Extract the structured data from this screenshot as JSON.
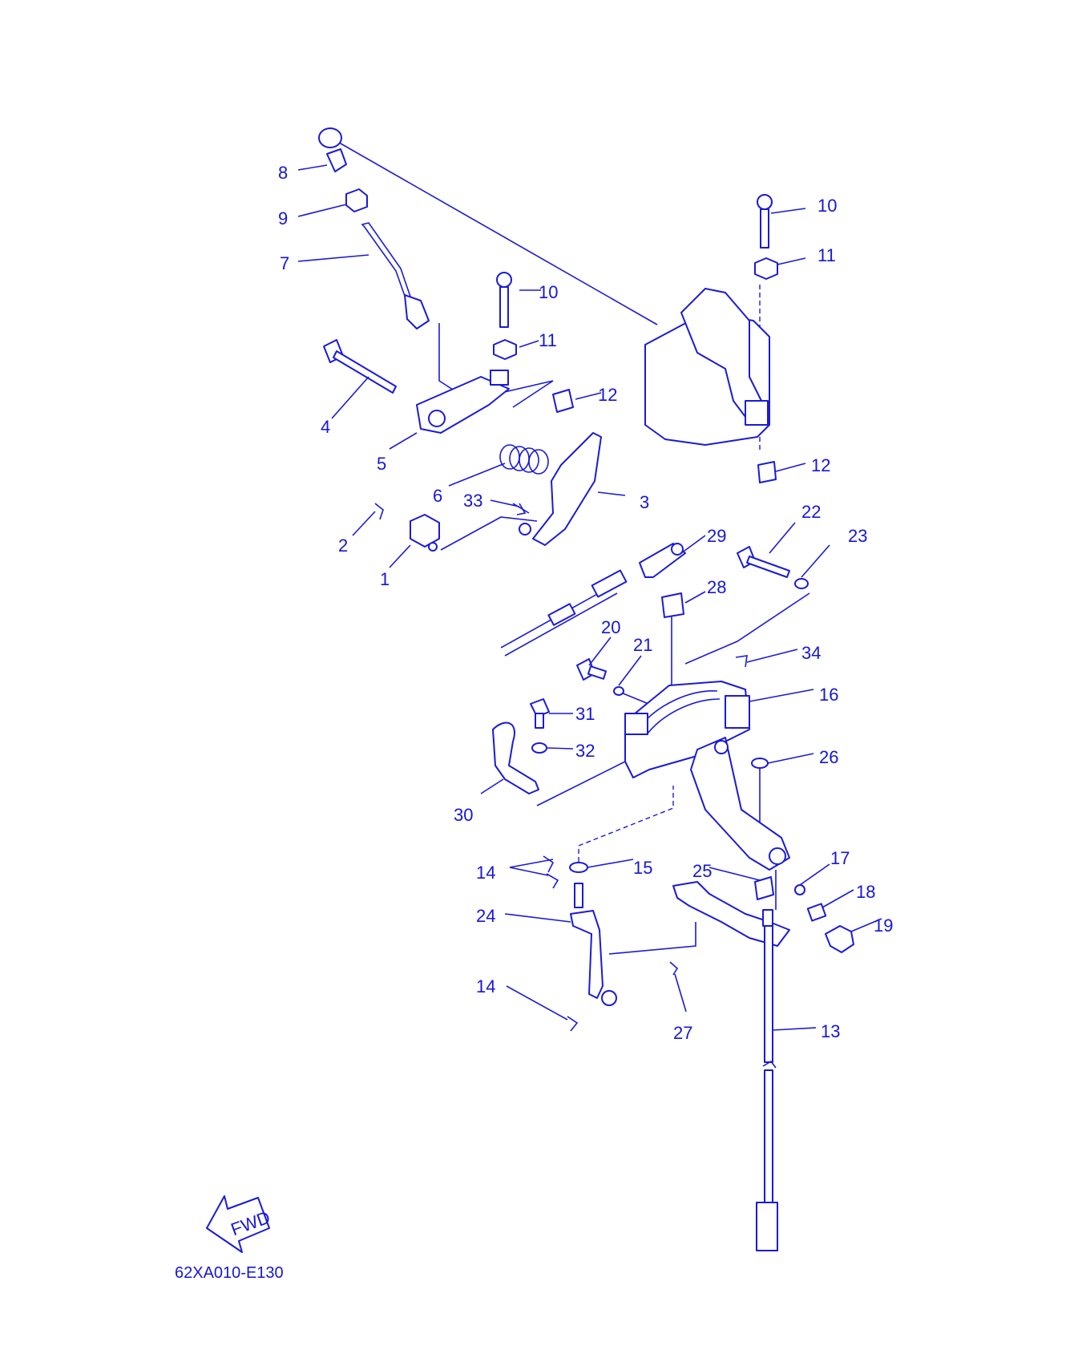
{
  "diagram": {
    "callouts": [
      {
        "id": "c1",
        "text": "1"
      },
      {
        "id": "c2",
        "text": "2"
      },
      {
        "id": "c3",
        "text": "3"
      },
      {
        "id": "c4",
        "text": "4"
      },
      {
        "id": "c5",
        "text": "5"
      },
      {
        "id": "c6",
        "text": "6"
      },
      {
        "id": "c7",
        "text": "7"
      },
      {
        "id": "c8",
        "text": "8"
      },
      {
        "id": "c9",
        "text": "9"
      },
      {
        "id": "c10a",
        "text": "10"
      },
      {
        "id": "c10b",
        "text": "10"
      },
      {
        "id": "c11a",
        "text": "11"
      },
      {
        "id": "c11b",
        "text": "11"
      },
      {
        "id": "c12a",
        "text": "12"
      },
      {
        "id": "c12b",
        "text": "12"
      },
      {
        "id": "c13",
        "text": "13"
      },
      {
        "id": "c14a",
        "text": "14"
      },
      {
        "id": "c14b",
        "text": "14"
      },
      {
        "id": "c15",
        "text": "15"
      },
      {
        "id": "c16",
        "text": "16"
      },
      {
        "id": "c17",
        "text": "17"
      },
      {
        "id": "c18",
        "text": "18"
      },
      {
        "id": "c19",
        "text": "19"
      },
      {
        "id": "c20",
        "text": "20"
      },
      {
        "id": "c21",
        "text": "21"
      },
      {
        "id": "c22",
        "text": "22"
      },
      {
        "id": "c23",
        "text": "23"
      },
      {
        "id": "c24",
        "text": "24"
      },
      {
        "id": "c25",
        "text": "25"
      },
      {
        "id": "c26",
        "text": "26"
      },
      {
        "id": "c27",
        "text": "27"
      },
      {
        "id": "c28",
        "text": "28"
      },
      {
        "id": "c29",
        "text": "29"
      },
      {
        "id": "c30",
        "text": "30"
      },
      {
        "id": "c31",
        "text": "31"
      },
      {
        "id": "c32",
        "text": "32"
      },
      {
        "id": "c33",
        "text": "33"
      },
      {
        "id": "c34",
        "text": "34"
      }
    ],
    "fwd_badge": "FWD",
    "drawing_code": "62XA010-E130",
    "ink_color": "#1a1ad8"
  }
}
